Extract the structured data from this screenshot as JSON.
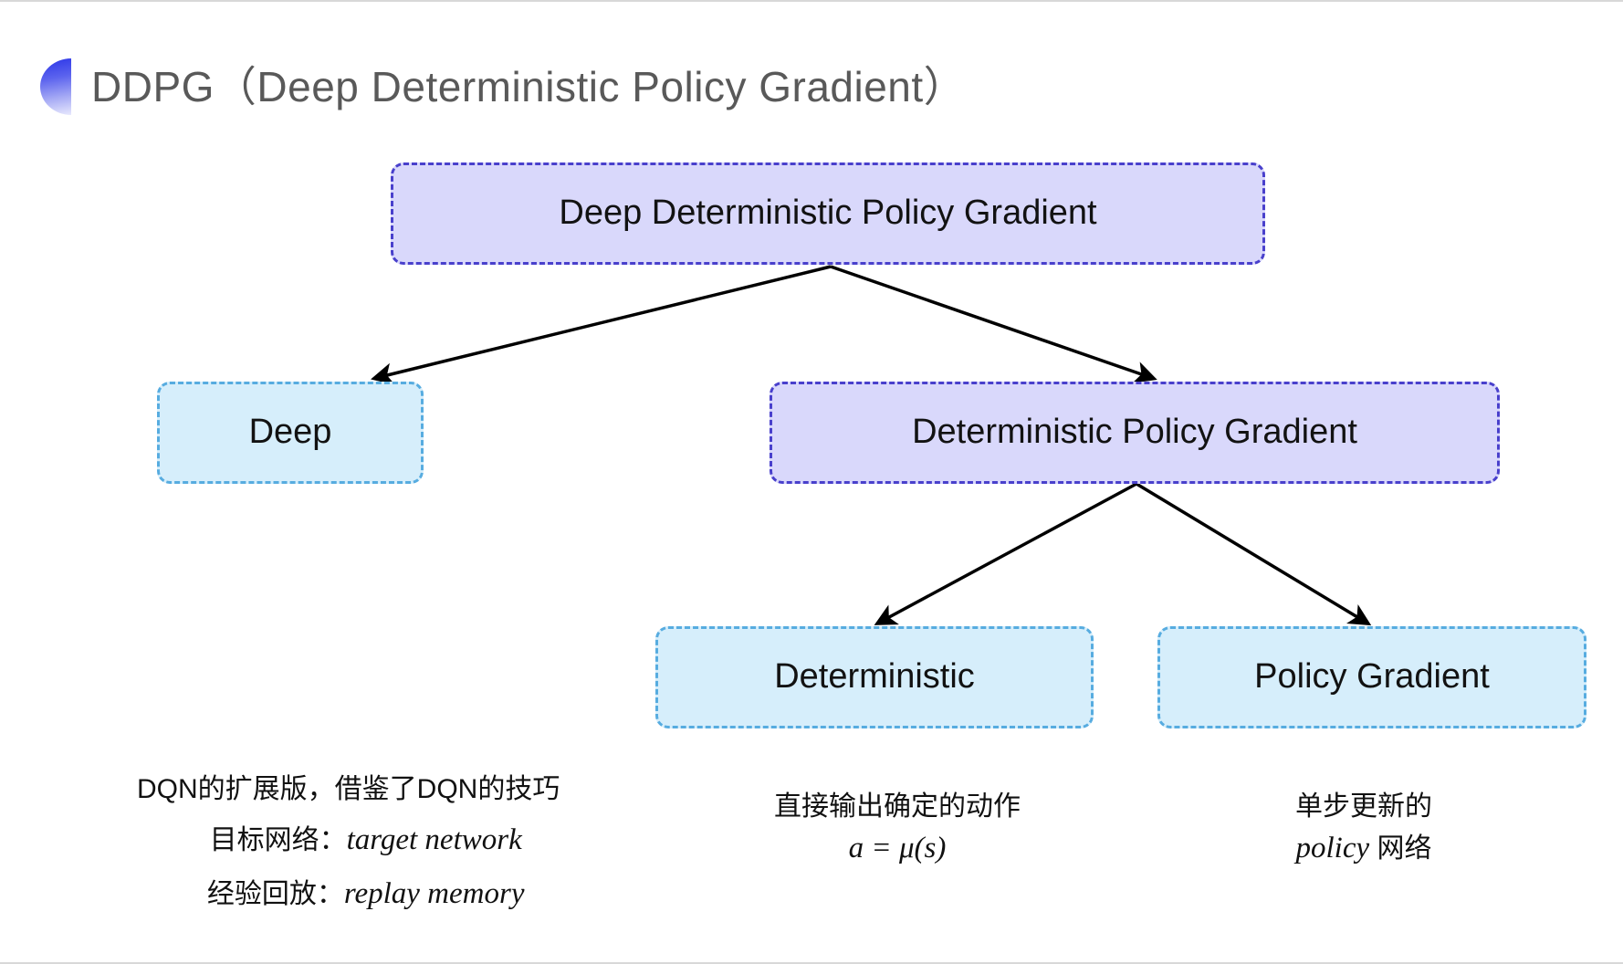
{
  "slide": {
    "title": "DDPG（Deep Deterministic Policy Gradient）",
    "background_color": "#ffffff"
  },
  "colors": {
    "title_text": "#595959",
    "bullet_gradient_from": "#2b35e8",
    "bullet_gradient_to": "#e8e9fd",
    "purple_fill": "#d9d8fb",
    "purple_border": "#4940cc",
    "blue_fill": "#d6eefb",
    "blue_border": "#57ace0",
    "arrow": "#000000",
    "body_text": "#111111"
  },
  "diagram": {
    "nodes": [
      {
        "id": "root",
        "label": "Deep Deterministic Policy Gradient",
        "style": "purple"
      },
      {
        "id": "deep",
        "label": "Deep",
        "style": "blue"
      },
      {
        "id": "dpg",
        "label": "Deterministic Policy Gradient",
        "style": "purple"
      },
      {
        "id": "deterministic",
        "label": "Deterministic",
        "style": "blue"
      },
      {
        "id": "policy_gradient",
        "label": "Policy Gradient",
        "style": "blue"
      }
    ],
    "edges": [
      {
        "from": "root",
        "to": "deep"
      },
      {
        "from": "root",
        "to": "dpg"
      },
      {
        "from": "dpg",
        "to": "deterministic"
      },
      {
        "from": "dpg",
        "to": "policy_gradient"
      }
    ]
  },
  "annotations": {
    "left": {
      "line1": "DQN的扩展版，借鉴了DQN的技巧",
      "line2_label": "目标网络：",
      "line2_term": "target network",
      "line3_label": "经验回放：",
      "line3_term": "replay memory"
    },
    "middle": {
      "line1": "直接输出确定的动作",
      "line2": "a = μ(s)"
    },
    "right": {
      "line1": "单步更新的",
      "line2_term": "policy",
      "line2_suffix": " 网络"
    }
  }
}
